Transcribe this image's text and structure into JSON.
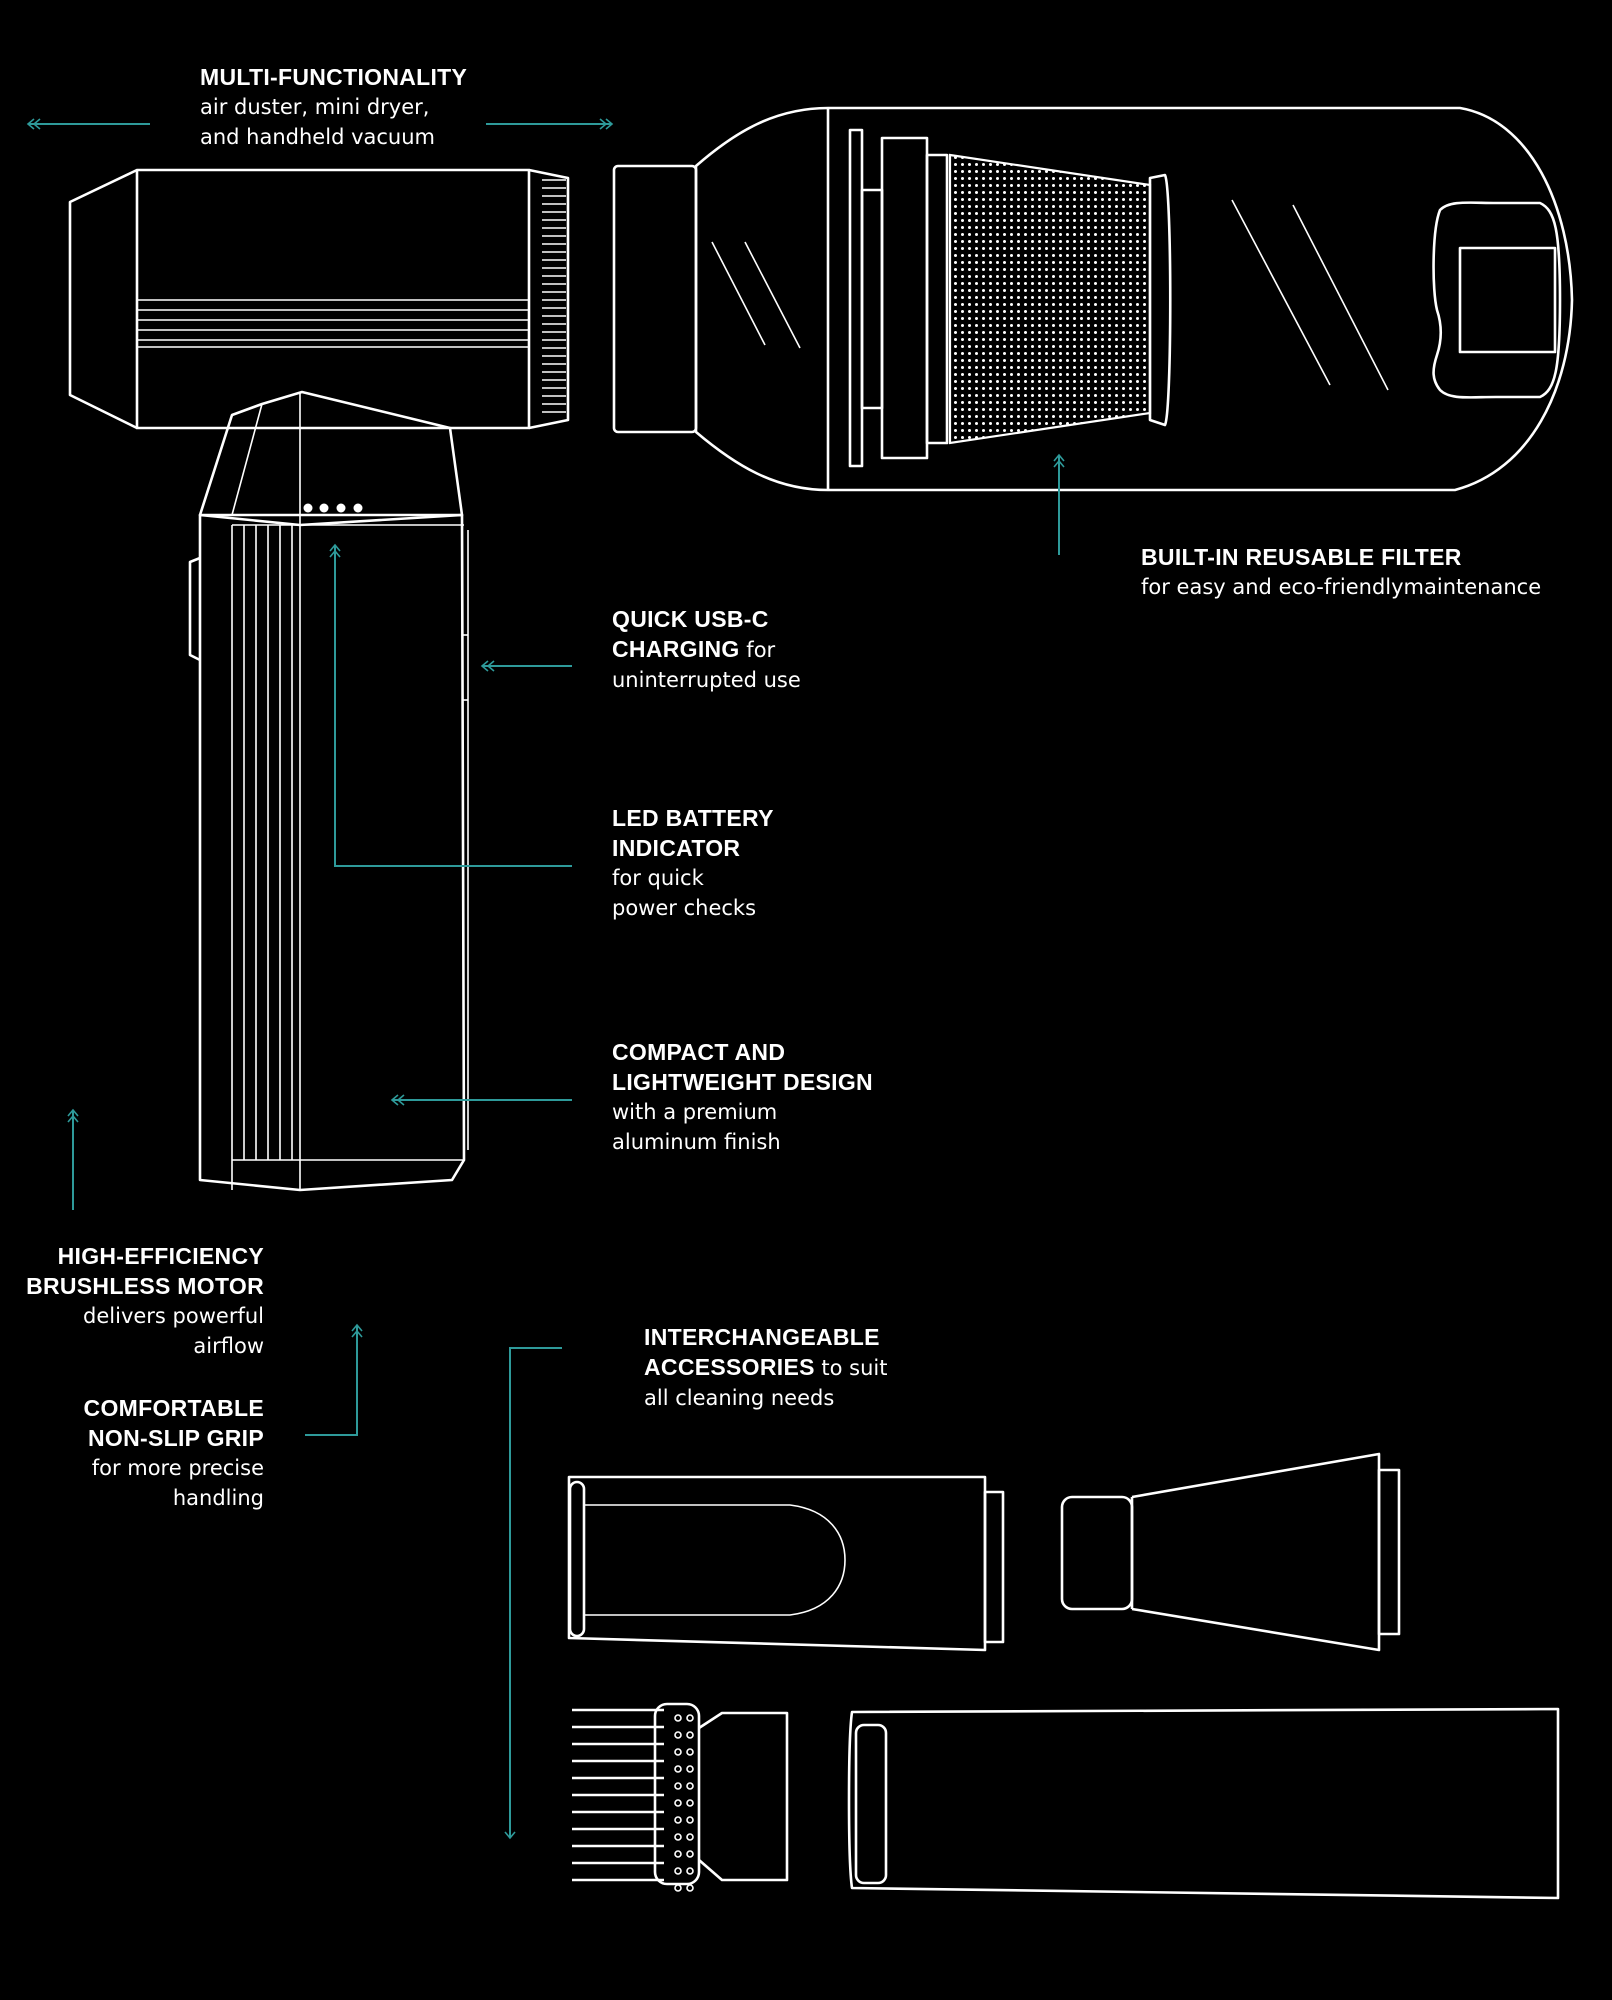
{
  "accent_color": "#2e9a9a",
  "callouts": {
    "multi": {
      "heading": "MULTI-FUNCTIONALITY",
      "line1": "air duster, mini dryer,",
      "line2": "and handheld vacuum"
    },
    "filter": {
      "heading": "BUILT-IN REUSABLE FILTER",
      "line1": "for easy and eco-friendlymaintenance"
    },
    "usb": {
      "heading1": "QUICK USB-C",
      "heading2": "CHARGING",
      "inline": " for",
      "line1": "uninterrupted use"
    },
    "led": {
      "heading1": "LED BATTERY",
      "heading2": "INDICATOR",
      "line1": "for quick",
      "line2": "power checks"
    },
    "compact": {
      "heading1": "COMPACT AND",
      "heading2": "LIGHTWEIGHT DESIGN",
      "line1": "with a premium",
      "line2": "aluminum finish"
    },
    "motor": {
      "heading1": "HIGH-EFFICIENCY",
      "heading2": "BRUSHLESS MOTOR",
      "line1": "delivers powerful",
      "line2": "airflow"
    },
    "grip": {
      "heading1": "COMFORTABLE",
      "heading2": "NON-SLIP GRIP",
      "line1": "for more precise",
      "line2": "handling"
    },
    "accessories": {
      "heading1": "INTERCHANGEABLE",
      "heading2": "ACCESSORIES",
      "inline": " to suit",
      "line1": "all cleaning needs"
    }
  }
}
